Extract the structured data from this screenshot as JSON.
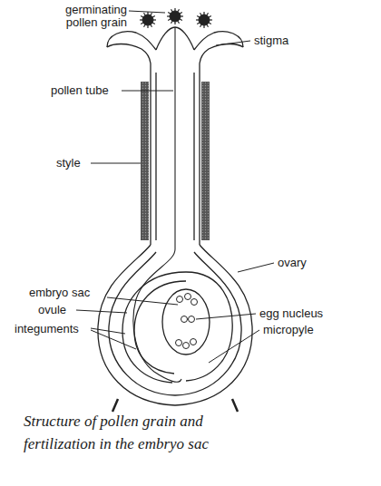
{
  "diagram": {
    "caption": "Structure of pollen grain and fertilization in the embryo sac",
    "labels": [
      "germinating pollen grain",
      "stigma",
      "pollen tube",
      "style",
      "ovary",
      "embryo sac",
      "ovule",
      "egg nucleus",
      "integuments",
      "micropyle"
    ]
  }
}
